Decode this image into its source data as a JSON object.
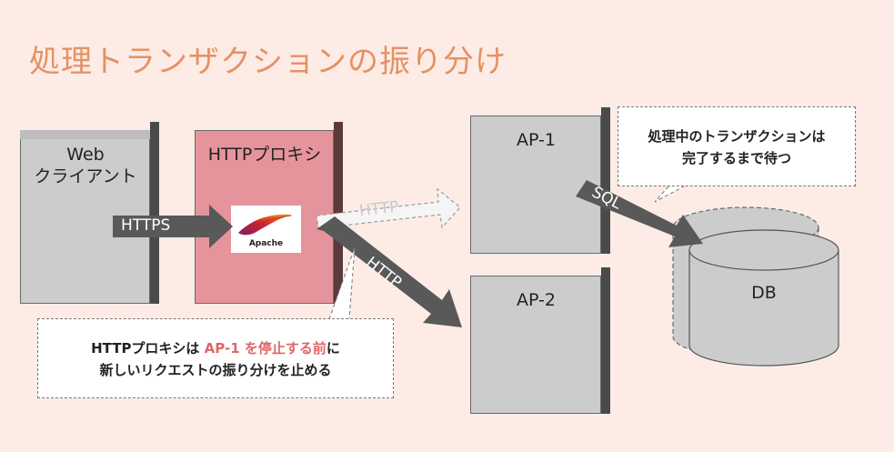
{
  "slide": {
    "title": "処理トランザクションの振り分け"
  },
  "nodes": {
    "web_client": {
      "line1": "Web",
      "line2": "クライアント"
    },
    "proxy": {
      "label": "HTTPプロキシ",
      "logo_text": "Apache"
    },
    "ap1": {
      "label": "AP-1"
    },
    "ap2": {
      "label": "AP-2"
    },
    "db": {
      "label": "DB"
    }
  },
  "arrows": {
    "https": "HTTPS",
    "http_to_ap1": "HTTP",
    "http_to_ap2": "HTTP",
    "sql": "SQL"
  },
  "callouts": {
    "db_note": {
      "line1": "処理中のトランザクションは",
      "line2": "完了するまで待つ"
    },
    "proxy_note": {
      "part1": "HTTPプロキシは ",
      "highlight": "AP-1 を停止する前",
      "part2": "に",
      "line2": "新しいリクエストの振り分けを止める"
    }
  },
  "colors": {
    "title": "#e69164",
    "highlight": "#e06666",
    "proxy_box": "#e6949c",
    "server_box": "#cccccc"
  }
}
